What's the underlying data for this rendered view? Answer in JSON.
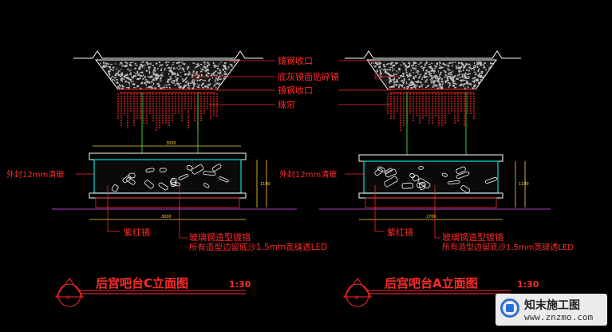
{
  "colors": {
    "label": "#ff2a2a",
    "outline": "#ffffff",
    "mosaic": "#bfbfbf",
    "beads": "#ff2a2a",
    "structure": "#33cc33",
    "frame": "#00e0e0",
    "floor": "#b040c0",
    "dimension": "#ffd23a"
  },
  "left": {
    "labels": {
      "mirror_steel_top": "镜钢收口",
      "gray_mirror": "底灰镜面贴碎镜",
      "mirror_steel_bottom": "镜钢收口",
      "bead_curtain": "珠帘",
      "glass": "外封12mm清玻",
      "purple_mirror": "紫红镜",
      "fiberglass": "玻璃钢造型镀铬",
      "led_note": "所有造型边留底沙1.5mm宽缝透LED"
    },
    "title": "后宫吧台C立面图",
    "scale": "1:30",
    "tag": "C"
  },
  "right": {
    "labels": {
      "mirror_steel_top": "镜钢收口",
      "gray_mirror": "底灰镜面贴碎镜",
      "mirror_steel_bottom": "镜钢收口",
      "bead_curtain": "珠帘",
      "glass": "外封12mm清玻",
      "purple_mirror": "紫红镜",
      "fiberglass": "玻璃钢造型镀铬",
      "led_note": "所有造型边留底沙1.5mm宽缝透LED"
    },
    "title": "后宫吧台A立面图",
    "scale": "1:30",
    "tag": "A"
  },
  "watermark": {
    "name": "知末施工图",
    "url": "www.znzmo.com"
  }
}
